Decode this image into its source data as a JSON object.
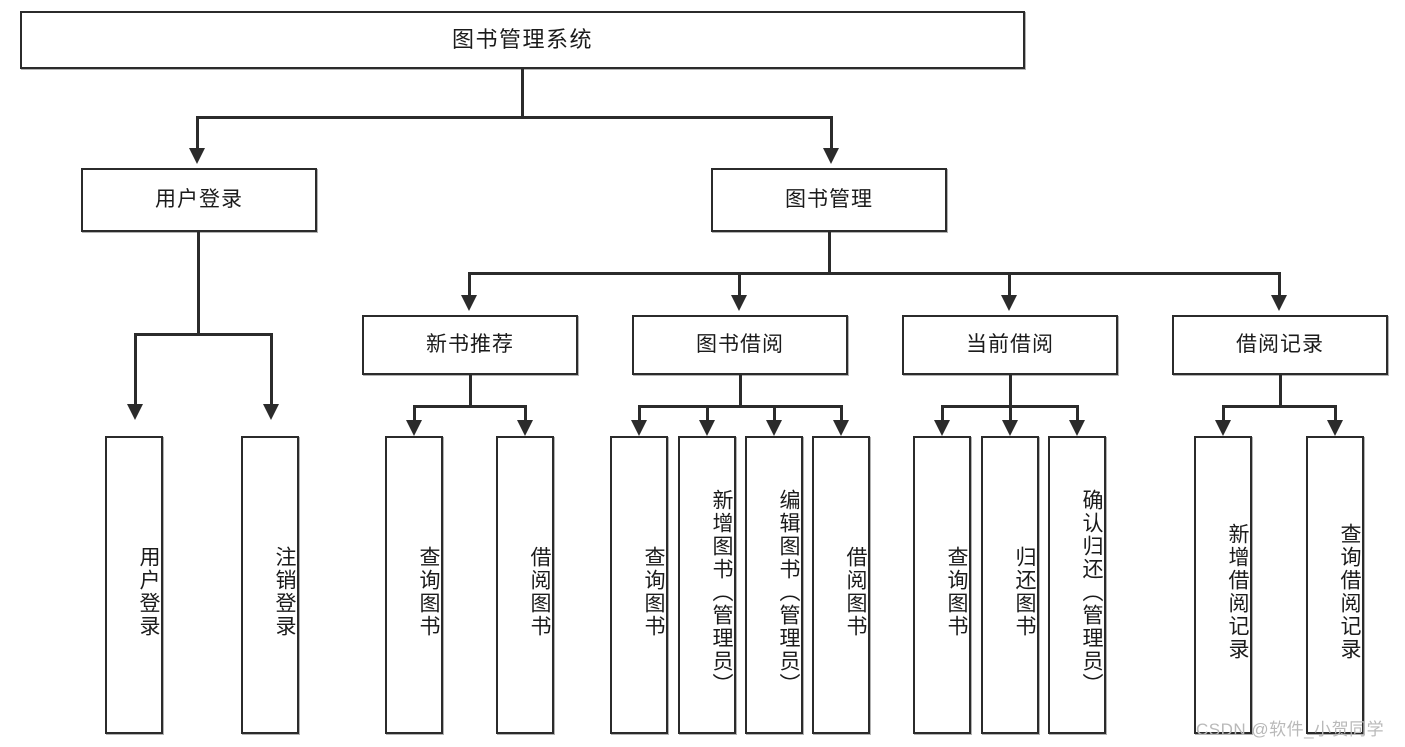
{
  "diagram": {
    "type": "hierarchy-tree",
    "title": "图书管理系统",
    "root": {
      "label": "图书管理系统"
    },
    "level2": [
      {
        "label": "用户登录"
      },
      {
        "label": "图书管理"
      }
    ],
    "level3": [
      {
        "label": "新书推荐"
      },
      {
        "label": "图书借阅"
      },
      {
        "label": "当前借阅"
      },
      {
        "label": "借阅记录"
      }
    ],
    "leaves": {
      "user_login": [
        {
          "label": "用户登录"
        },
        {
          "label": "注销登录"
        }
      ],
      "new_book_recommend": [
        {
          "label": "查询图书"
        },
        {
          "label": "借阅图书"
        }
      ],
      "book_borrow": [
        {
          "label": "查询图书"
        },
        {
          "label": "新增图书（管理员）"
        },
        {
          "label": "编辑图书（管理员）"
        },
        {
          "label": "借阅图书"
        }
      ],
      "current_borrow": [
        {
          "label": "查询图书"
        },
        {
          "label": "归还图书"
        },
        {
          "label": "确认归还（管理员）"
        }
      ],
      "borrow_record": [
        {
          "label": "新增借阅记录"
        },
        {
          "label": "查询借阅记录"
        }
      ]
    }
  },
  "watermark": {
    "text": "CSDN @软件_小贺同学"
  },
  "colors": {
    "stroke": "#2b2b2b",
    "fill": "#ffffff",
    "text": "#1b1b1b",
    "watermark": "#b9b9b9"
  }
}
